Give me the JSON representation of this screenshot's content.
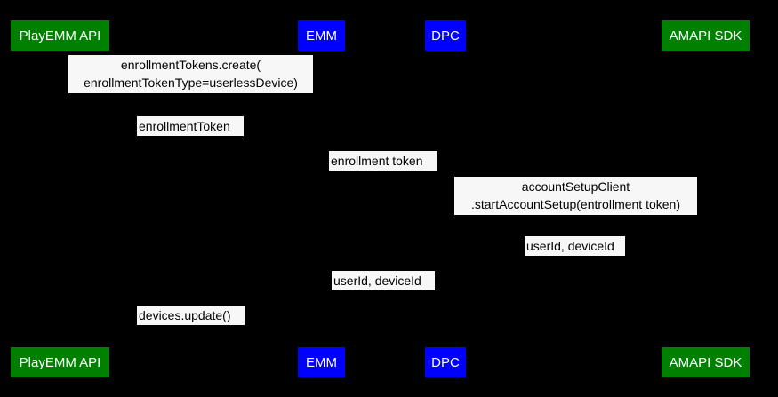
{
  "diagram": {
    "type": "sequence-diagram",
    "title": "",
    "background_color": "#000000",
    "label_background_color": "#f7f7f7",
    "label_text_color": "#000000",
    "participant_text_color": "#ffffff",
    "colors": {
      "green": "#008000",
      "blue": "#0000ff",
      "line": "#000000"
    }
  },
  "participants": [
    {
      "id": "playemm-api",
      "label": "PlayEMM API",
      "color": "green"
    },
    {
      "id": "emm",
      "label": "EMM",
      "color": "blue"
    },
    {
      "id": "dpc",
      "label": "DPC",
      "color": "blue"
    },
    {
      "id": "amapi-sdk",
      "label": "AMAPI SDK",
      "color": "green"
    }
  ],
  "participants_bottom": [
    {
      "id": "playemm-api",
      "label": "PlayEMM API",
      "color": "green"
    },
    {
      "id": "emm",
      "label": "EMM",
      "color": "blue"
    },
    {
      "id": "dpc",
      "label": "DPC",
      "color": "blue"
    },
    {
      "id": "amapi-sdk",
      "label": "AMAPI SDK",
      "color": "green"
    }
  ],
  "messages": [
    {
      "id": "msg-1",
      "from": "emm",
      "to": "playemm-api",
      "line1": "enrollmentTokens.create(",
      "line2": "enrollmentTokenType=userlessDevice)"
    },
    {
      "id": "msg-2",
      "from": "playemm-api",
      "to": "emm",
      "line1": "enrollmentToken"
    },
    {
      "id": "msg-3",
      "from": "emm",
      "to": "dpc",
      "line1": "enrollment token"
    },
    {
      "id": "msg-4",
      "from": "dpc",
      "to": "amapi-sdk",
      "line1": "accountSetupClient",
      "line2": ".startAccountSetup(entrollment token)"
    },
    {
      "id": "msg-5",
      "from": "amapi-sdk",
      "to": "dpc",
      "line1": "userId, deviceId"
    },
    {
      "id": "msg-6",
      "from": "dpc",
      "to": "emm",
      "line1": "userId, deviceId"
    },
    {
      "id": "msg-7",
      "from": "emm",
      "to": "playemm-api",
      "line1": "devices.update()"
    }
  ]
}
